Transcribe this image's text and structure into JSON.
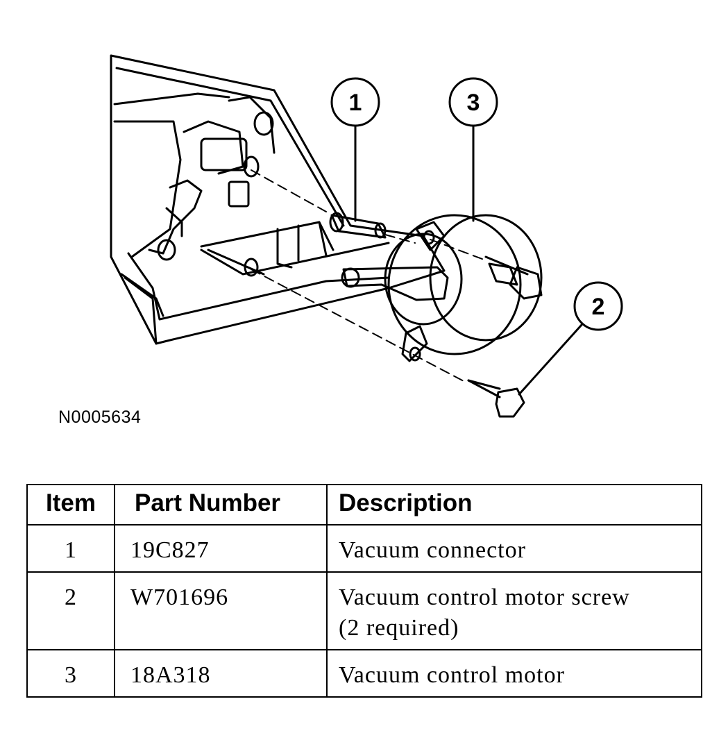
{
  "callouts": [
    "1",
    "2",
    "3"
  ],
  "figure_id": "N0005634",
  "table": {
    "headers": [
      "Item",
      "Part Number",
      "Description"
    ],
    "rows": [
      {
        "item": "1",
        "part_number": "19C827",
        "description": [
          "Vacuum connector"
        ]
      },
      {
        "item": "2",
        "part_number": "W701696",
        "description": [
          "Vacuum control motor screw",
          "(2 required)"
        ]
      },
      {
        "item": "3",
        "part_number": "18A318",
        "description": [
          "Vacuum control motor"
        ]
      }
    ]
  }
}
